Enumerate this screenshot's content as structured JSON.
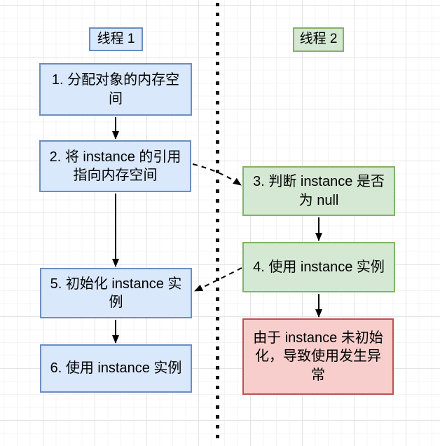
{
  "lanes": {
    "thread1": {
      "label": "线程 1"
    },
    "thread2": {
      "label": "线程 2"
    }
  },
  "nodes": {
    "step1": {
      "text": "1. 分配对象的内存空\n间",
      "lane": "thread1",
      "color": "blue"
    },
    "step2": {
      "text": "2. 将 instance 的引用\n指向内存空间",
      "lane": "thread1",
      "color": "blue"
    },
    "step3": {
      "text": "3. 判断 instance 是否\n为 null",
      "lane": "thread2",
      "color": "green"
    },
    "step4": {
      "text": "4. 使用 instance 实例",
      "lane": "thread2",
      "color": "green"
    },
    "step5": {
      "text": "5. 初始化 instance 实\n例",
      "lane": "thread1",
      "color": "blue"
    },
    "step6": {
      "text": "6. 使用 instance 实例",
      "lane": "thread1",
      "color": "blue"
    },
    "error": {
      "text": "由于 instance 未初始\n化，导致使用发生异\n常",
      "lane": "thread2",
      "color": "red"
    }
  },
  "connections": [
    {
      "from": "step1",
      "to": "step2",
      "style": "solid"
    },
    {
      "from": "step2",
      "to": "step5",
      "style": "solid"
    },
    {
      "from": "step5",
      "to": "step6",
      "style": "solid"
    },
    {
      "from": "step3",
      "to": "step4",
      "style": "solid"
    },
    {
      "from": "step4",
      "to": "error",
      "style": "solid"
    },
    {
      "from": "step2",
      "to": "step3",
      "style": "dashed"
    },
    {
      "from": "step4",
      "to": "step5",
      "style": "dashed"
    }
  ],
  "colors": {
    "blue_fill": "#dae8fc",
    "blue_border": "#6c8ebf",
    "green_fill": "#d5e8d4",
    "green_border": "#82b366",
    "red_fill": "#f8cecc",
    "red_border": "#b85450",
    "arrow": "#000000",
    "divider": "#141414"
  }
}
